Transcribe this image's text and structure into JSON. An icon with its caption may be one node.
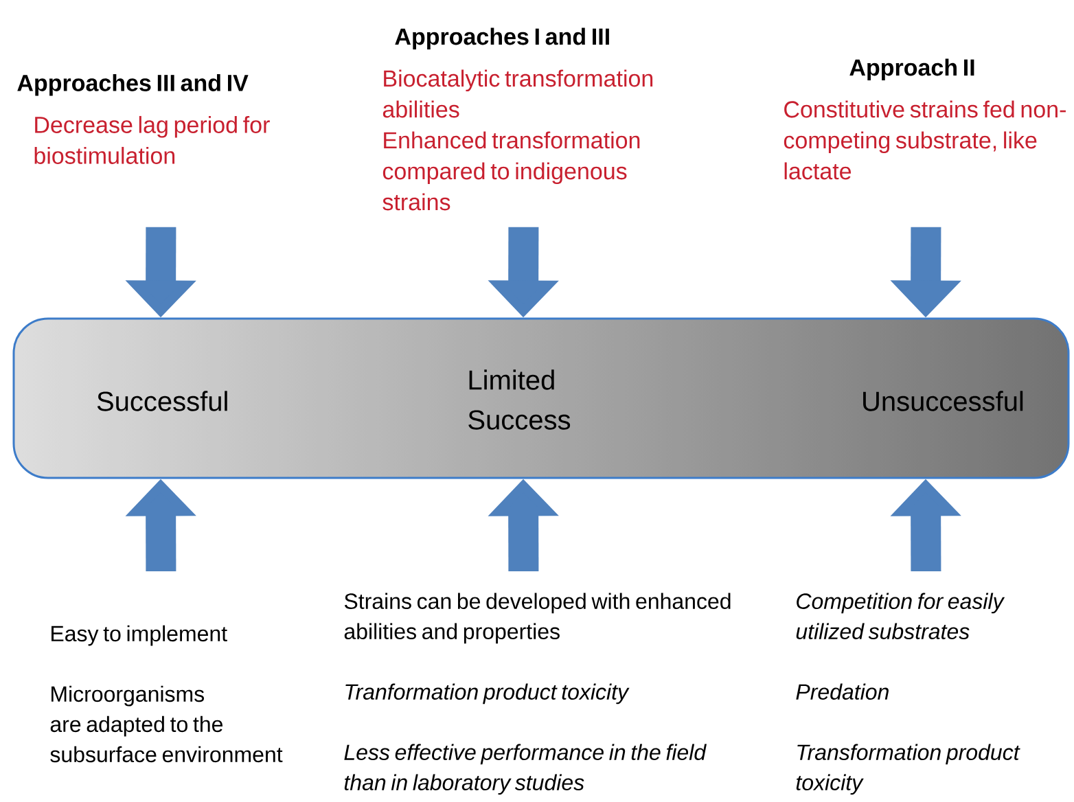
{
  "diagram": {
    "nodes": [
      {
        "text": [
          "Approaches III and IV",
          "Decrease lag period for biostimulation"
        ]
      },
      {
        "text": [
          "Approaches I and III",
          "Biocatalytic transformation abilities",
          "Enhanced transformation compared to indigenous strains"
        ]
      },
      {
        "text": [
          "Approach II",
          "Constitutive strains fed non-competing substrate, like lactate"
        ]
      },
      {
        "text": [
          "Successful",
          "Limited Success",
          "Unsuccessful"
        ]
      },
      {
        "text": [
          "Easy to implement",
          "Microorganisms are adapted to the subsurface environment"
        ]
      },
      {
        "text": [
          "Strains can be developed with enhanced abilities and properties",
          "Tranformation product toxicity",
          "Less effective performance in the field than in laboratory studies"
        ]
      },
      {
        "text": [
          "Competition for easily utilized substrates",
          "Predation",
          "Transformation product toxicity"
        ]
      }
    ],
    "edges": [
      {
        "from": 0,
        "to": 3,
        "arrow": "to"
      },
      {
        "from": 1,
        "to": 3,
        "arrow": "to"
      },
      {
        "from": 2,
        "to": 3,
        "arrow": "to"
      },
      {
        "from": 4,
        "to": 3,
        "arrow": "to"
      },
      {
        "from": 5,
        "to": 3,
        "arrow": "to"
      },
      {
        "from": 6,
        "to": 3,
        "arrow": "to"
      }
    ]
  }
}
